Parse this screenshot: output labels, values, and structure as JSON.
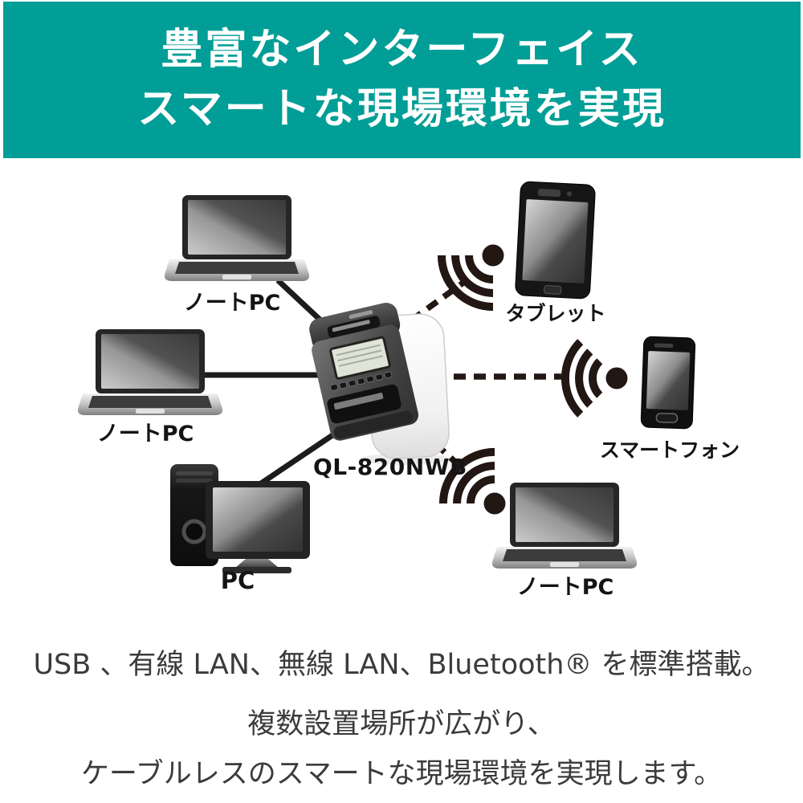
{
  "banner": {
    "line1": "豊富なインターフェイス",
    "line2": "スマートな現場環境を実現",
    "bg_color": "#009E96",
    "text_color": "#FFFFFF"
  },
  "diagram": {
    "printer": {
      "model_label": "QL-820NWB"
    },
    "devices": [
      {
        "id": "laptop-top-left",
        "label": "ノートPC",
        "connection": "wired"
      },
      {
        "id": "laptop-mid-left",
        "label": "ノートPC",
        "connection": "wired"
      },
      {
        "id": "desktop-pc",
        "label": "PC",
        "connection": "wired"
      },
      {
        "id": "tablet",
        "label": "タブレット",
        "connection": "wireless"
      },
      {
        "id": "smartphone",
        "label": "スマートフォン",
        "connection": "wireless"
      },
      {
        "id": "laptop-bottom-right",
        "label": "ノートPC",
        "connection": "wireless"
      }
    ],
    "icons": [
      "laptop-icon",
      "desktop-pc-icon",
      "tablet-icon",
      "smartphone-icon",
      "label-printer-icon",
      "wifi-icon"
    ],
    "line_color": "#1C1C1C",
    "wifi_color": "#221713"
  },
  "footer": {
    "line1": "USB 、有線 LAN、無線 LAN、Bluetooth® を標準搭載。",
    "line2": "複数設置場所が広がり、",
    "line3": "ケーブルレスのスマートな現場環境を実現します。",
    "text_color": "#3B3B3B"
  }
}
